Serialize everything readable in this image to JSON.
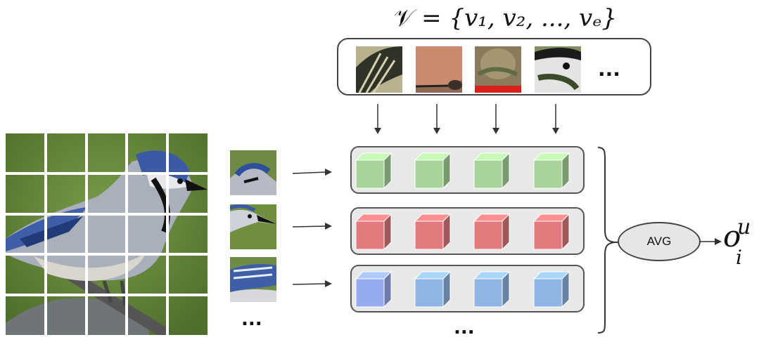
{
  "prototype_set": {
    "lhs": "𝒱",
    "rhs": "= {v₁, v₂, ..., vₑ}",
    "more": "..."
  },
  "patch_list": {
    "more": "..."
  },
  "rows_more": "...",
  "avg_node": {
    "label": "AVG"
  },
  "output": {
    "base": "o",
    "superscript": "u",
    "subscript": "i"
  },
  "colors": {
    "row1_cube": "#a8d49a",
    "row2_cube": "#e07a7c",
    "row3_cube": "#8fb5e2",
    "row3_cube_first": "#94abef"
  }
}
